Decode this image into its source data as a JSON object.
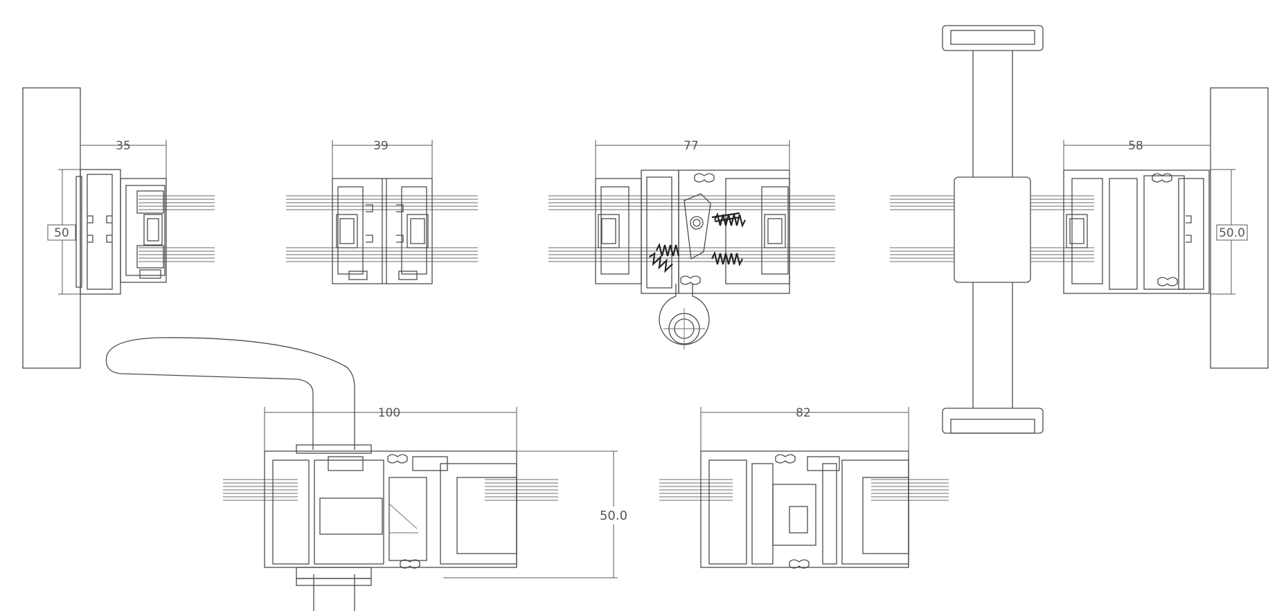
{
  "dimensions": {
    "d35": "35",
    "d39": "39",
    "d77": "77",
    "d58": "58",
    "d50_left": "50",
    "d50_right": "50.0",
    "d100": "100",
    "d82": "82",
    "d50_bottom": "50.0"
  }
}
